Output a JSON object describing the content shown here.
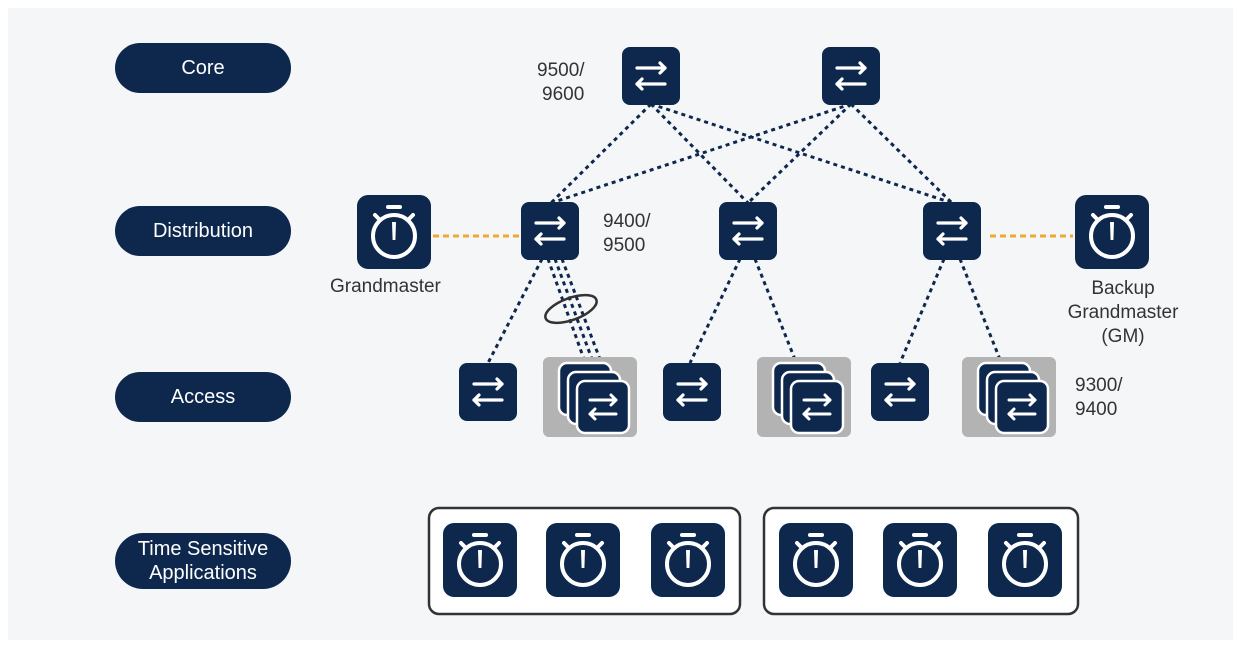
{
  "tiers": {
    "core": "Core",
    "distribution": "Distribution",
    "access": "Access",
    "tsa_line1": "Time Sensitive",
    "tsa_line2": "Applications"
  },
  "labels": {
    "core_model_1": "9500/",
    "core_model_2": "9600",
    "dist_model_1": "9400/",
    "dist_model_2": "9500",
    "access_model_1": "9300/",
    "access_model_2": "9400",
    "grandmaster": "Grandmaster",
    "backup_gm_1": "Backup",
    "backup_gm_2": "Grandmaster",
    "backup_gm_3": "(GM)"
  },
  "colors": {
    "navy": "#0d274d",
    "stack_background": "#b3b3b3",
    "grandmaster_link": "#f0a830",
    "canvas": "#f5f6f8"
  },
  "icons": {
    "switch": "switch-icon",
    "clock": "stopwatch-icon"
  }
}
